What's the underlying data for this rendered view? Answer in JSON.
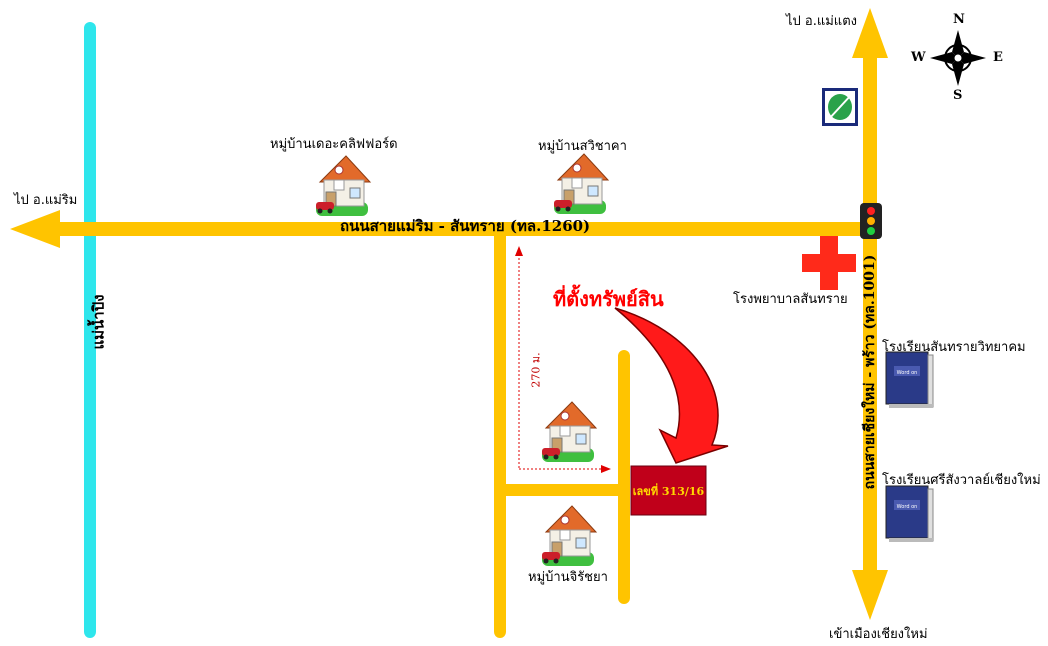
{
  "map": {
    "roads": {
      "main_road_label": "ถนนสายแม่ริม - สันทราย (ทล.1260)",
      "vertical_road_label": "ถนนสายเชียงใหม่ - พร้าว (ทล.1001)",
      "to_mae_rim": "ไป อ.แม่ริม",
      "to_mae_taeng": "ไป อ.แม่แตง",
      "to_chiang_mai": "เข้าเมืองเชียงใหม่"
    },
    "river_label": "แม่น้ำปิง",
    "villages": {
      "the_clifford": "หมู่บ้านเดอะคลิฟฟอร์ด",
      "sawichaka": "หมู่บ้านสวิชาคา",
      "jiratchaya": "หมู่บ้านจิรัชยา"
    },
    "landmarks": {
      "hospital": "โรงพยาบาลสันทราย",
      "school_1": "โรงเรียนสันทรายวิทยาคม",
      "school_2": "โรงเรียนศรีสังวาลย์เชียงใหม่"
    },
    "property": {
      "title": "ที่ตั้งทรัพย์สิน",
      "number": "เลขที่ 313/16",
      "distance": "270 ม."
    },
    "compass": {
      "n": "N",
      "s": "S",
      "e": "E",
      "w": "W"
    },
    "colors": {
      "road": "#ffc400",
      "river": "#2ee6ec",
      "property_box": "#c0001a",
      "hospital_cross": "#ff2a1a",
      "title_red": "#ff0000"
    },
    "icons": [
      "house-icon",
      "traffic-light-icon",
      "hospital-cross-icon",
      "school-book-icon",
      "gas-station-icon",
      "compass-icon",
      "curved-arrow-icon"
    ]
  }
}
